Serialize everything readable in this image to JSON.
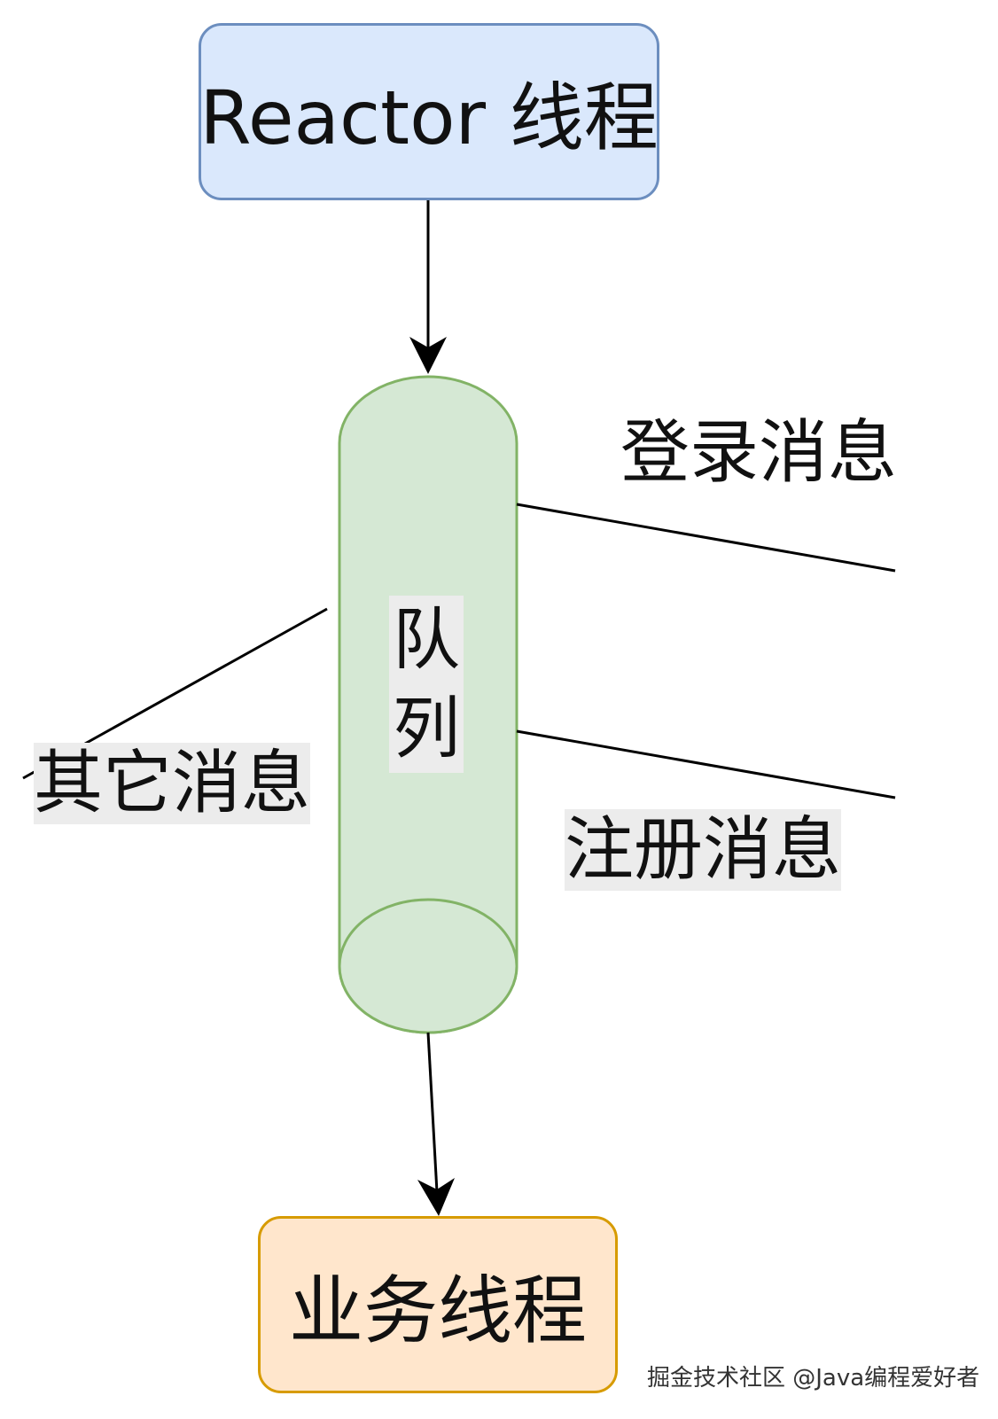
{
  "nodes": {
    "reactor": "Reactor 线程",
    "queue": [
      "队",
      "列"
    ],
    "business": "业务线程"
  },
  "messages": {
    "login": "登录消息",
    "other": "其它消息",
    "register": "注册消息"
  },
  "watermark": "掘金技术社区 @Java编程爱好者",
  "colors": {
    "reactor_fill": "#dae8fc",
    "reactor_stroke": "#6c8ebf",
    "queue_fill": "#d5e8d4",
    "queue_stroke": "#82b366",
    "business_fill": "#ffe6cc",
    "business_stroke": "#d79b00"
  }
}
